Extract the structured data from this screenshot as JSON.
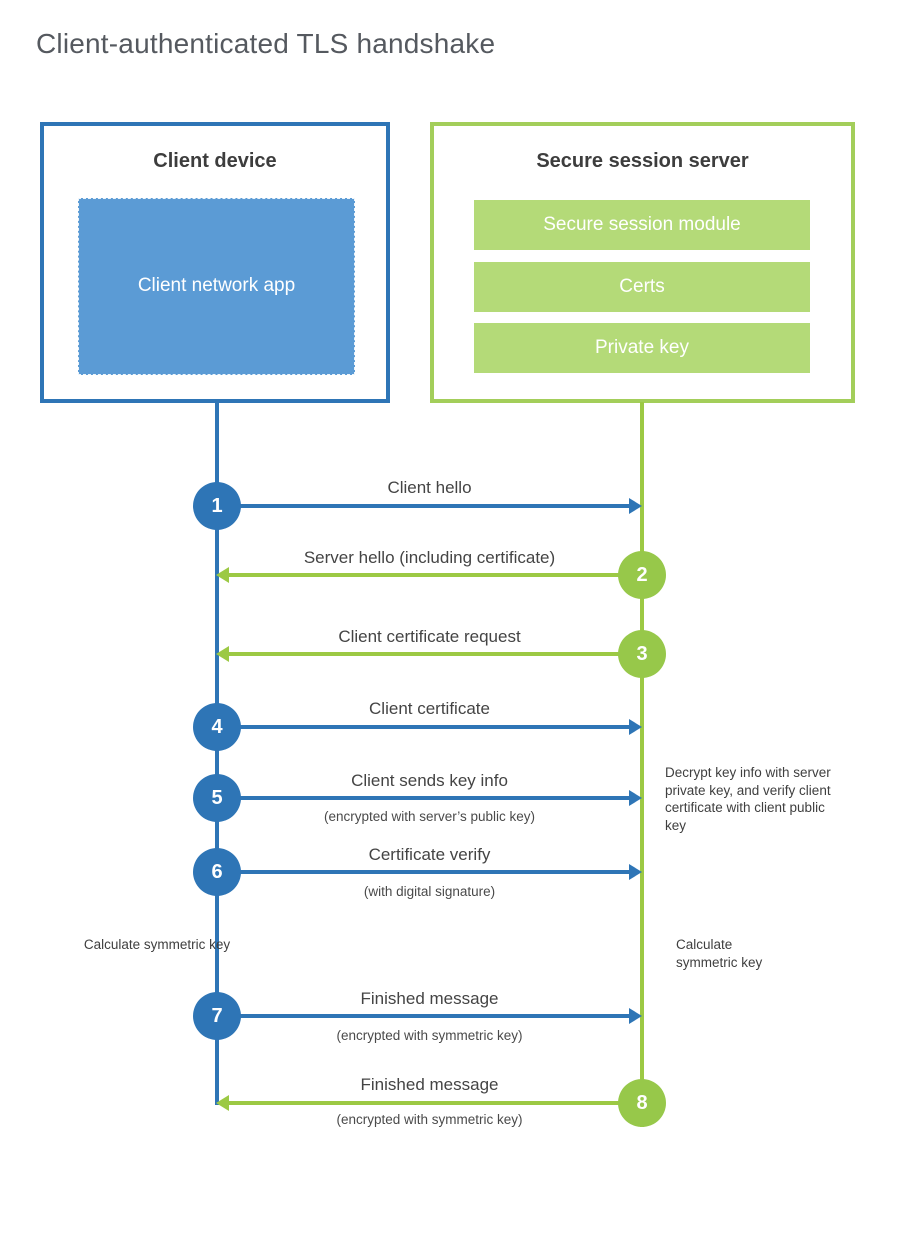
{
  "title": "Client-authenticated TLS handshake",
  "colors": {
    "blue_primary": "#2e75b6",
    "blue_fill": "#5b9bd5",
    "green_primary": "#9cc944",
    "green_circle": "#97c84a",
    "green_fill": "#b4da78",
    "title_text": "#55595f",
    "label_text": "#444444"
  },
  "client_box": {
    "title": "Client device",
    "app_label": "Client network app"
  },
  "server_box": {
    "title": "Secure session server",
    "modules": [
      "Secure session module",
      "Certs",
      "Private key"
    ]
  },
  "steps": [
    {
      "num": "1",
      "label": "Client hello",
      "sub": "",
      "direction": "client-to-server",
      "color": "blue"
    },
    {
      "num": "2",
      "label": "Server hello (including certificate)",
      "sub": "",
      "direction": "server-to-client",
      "color": "green"
    },
    {
      "num": "3",
      "label": "Client certificate request",
      "sub": "",
      "direction": "server-to-client",
      "color": "green"
    },
    {
      "num": "4",
      "label": "Client certificate",
      "sub": "",
      "direction": "client-to-server",
      "color": "blue"
    },
    {
      "num": "5",
      "label": "Client sends key info",
      "sub": "(encrypted with server’s public key)",
      "direction": "client-to-server",
      "color": "blue"
    },
    {
      "num": "6",
      "label": "Certificate verify",
      "sub": "(with digital signature)",
      "direction": "client-to-server",
      "color": "blue"
    },
    {
      "num": "7",
      "label": "Finished message",
      "sub": "(encrypted with symmetric key)",
      "direction": "client-to-server",
      "color": "blue"
    },
    {
      "num": "8",
      "label": "Finished message",
      "sub": "(encrypted with symmetric key)",
      "direction": "server-to-client",
      "color": "green"
    }
  ],
  "notes": {
    "decrypt_note": "Decrypt key info with server private key, and verify client certificate with client public key",
    "client_calc": "Calculate symmetric key",
    "server_calc": "Calculate symmetric key"
  }
}
